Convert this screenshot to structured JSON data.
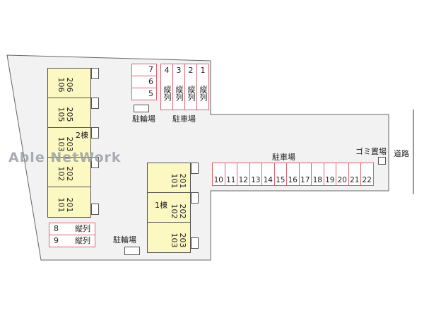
{
  "building2": {
    "name": "2棟",
    "units": [
      {
        "top": "206",
        "bottom": "106"
      },
      {
        "top": "205",
        "bottom": "105"
      },
      {
        "top": "203",
        "bottom": "103"
      },
      {
        "top": "202",
        "bottom": "102"
      },
      {
        "top": "201",
        "bottom": "101"
      }
    ]
  },
  "building1": {
    "name": "1棟",
    "units": [
      {
        "top": "201",
        "bottom": "101"
      },
      {
        "top": "202",
        "bottom": "102"
      },
      {
        "top": "203",
        "bottom": "103"
      }
    ]
  },
  "parking_top": {
    "label": "駐車場",
    "small": [
      "7",
      "6",
      "5"
    ],
    "tall": [
      {
        "num": "4",
        "text": "縦列"
      },
      {
        "num": "3",
        "text": "縦列"
      },
      {
        "num": "2",
        "text": "縦列"
      },
      {
        "num": "1",
        "text": "縦列"
      }
    ]
  },
  "parking_main": {
    "label": "駐車場",
    "stalls": [
      "10",
      "11",
      "12",
      "13",
      "14",
      "15",
      "16",
      "17",
      "18",
      "19",
      "20",
      "21",
      "22"
    ]
  },
  "parking_bottom_left": [
    {
      "num": "8",
      "text": "縦列"
    },
    {
      "num": "9",
      "text": "縦列"
    }
  ],
  "bike_top": "駐輪場",
  "bike_bottom": "駐輪場",
  "garbage": "ゴミ置場",
  "road": "道路",
  "watermark": "Able NetWork",
  "colors": {
    "site": "#f2f2f2",
    "building": "#fbf8c2",
    "stall_border": "#e06070",
    "outline": "#555555"
  }
}
